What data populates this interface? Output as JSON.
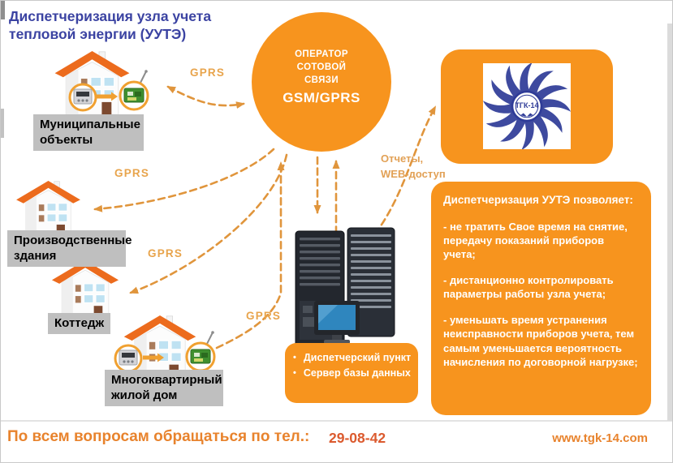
{
  "page": {
    "title": "Диспетчеризация узла учета тепловой энергии (УУТЭ)"
  },
  "hub": {
    "name": "ОПЕРАТОР СОТОВОЙ СВЯЗИ",
    "tech": "GSM/GPRS"
  },
  "gprs_labels": [
    "GPRS",
    "GPRS",
    "GPRS",
    "GPRS"
  ],
  "reports_label": "Отчеты,\nWEB-доступ",
  "buildings": [
    {
      "label": "Муниципальные объекты"
    },
    {
      "label": "Производственные здания"
    },
    {
      "label": "Коттедж"
    },
    {
      "label": "Многоквартирный жилой дом"
    }
  ],
  "datacenter": {
    "bullet_char": "•",
    "items": [
      "Диспетчерский пункт",
      "Сервер базы данных"
    ]
  },
  "benefits": {
    "heading": "Диспетчеризация УУТЭ позволяет:",
    "items": [
      "- не тратить Свое время на снятие, передачу показаний приборов учета;",
      "- дистанционно контролировать параметры работы узла учета;",
      "- уменьшать время устранения неисправности приборов учета, тем самым уменьшается вероятность начисления по договорной нагрузке;"
    ]
  },
  "logo": {
    "text": "ТГК-14"
  },
  "footer": {
    "contact": "По всем вопросам обращаться по тел.:",
    "phone": "29-08-42",
    "website": "www.tgk-14.com"
  },
  "colors": {
    "accent_orange": "#F7941E",
    "arrow_orange": "#E0953C",
    "gprs_label_orange": "#E8A44C",
    "title_blue": "#3B43A2",
    "logo_blue": "#2E3B97",
    "label_gray": "#BFBFBF",
    "footer_orange": "#E8832D",
    "phone_orange": "#DB5A2E"
  }
}
